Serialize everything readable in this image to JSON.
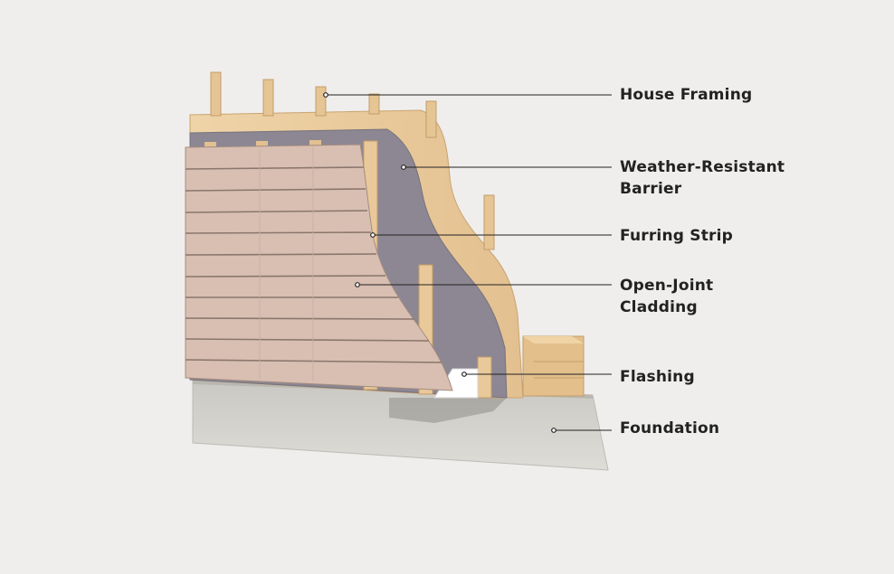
{
  "diagram": {
    "colors": {
      "background": "#efeeec",
      "wood": "#e9c99a",
      "wood_dark": "#d3ab78",
      "barrier": "#8c8792",
      "cladding": "#d8bfb1",
      "cladding_line": "#8a766c",
      "concrete": "#d9d8d2",
      "leader_line": "#222222",
      "label_text": "#222222"
    },
    "callouts": [
      {
        "id": "house-framing",
        "line1": "House Framing",
        "line2": ""
      },
      {
        "id": "weather-resistant-barrier",
        "line1": "Weather-Resistant",
        "line2": "Barrier"
      },
      {
        "id": "furring-strip",
        "line1": "Furring Strip",
        "line2": ""
      },
      {
        "id": "open-joint-cladding",
        "line1": "Open-Joint",
        "line2": "Cladding"
      },
      {
        "id": "flashing",
        "line1": "Flashing",
        "line2": ""
      },
      {
        "id": "foundation",
        "line1": "Foundation",
        "line2": ""
      }
    ]
  }
}
